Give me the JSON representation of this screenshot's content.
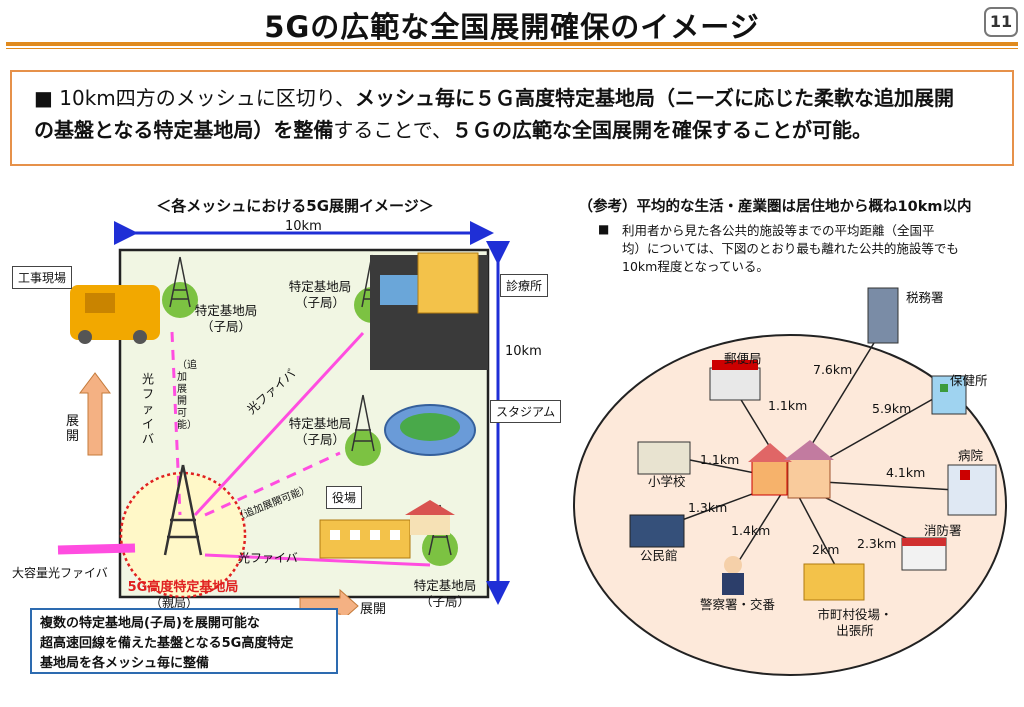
{
  "header": {
    "title": "5Gの広範な全国展開確保のイメージ",
    "page_number": "11"
  },
  "summary": {
    "bullet": "■",
    "part1": "10km四方のメッシュに区切り、",
    "part2": "メッシュ毎に５Ｇ高度特定基地局（ニーズに応じた柔軟な追加展開",
    "part3": "の基盤となる特定基地局）を整備",
    "part4": "することで、",
    "part5": "５Ｇの広範な全国展開を確保することが可能。"
  },
  "left_diagram": {
    "heading": "＜各メッシュにおける5G展開イメージ＞",
    "width_label": "10km",
    "height_label": "10km",
    "construction_site": "工事現場",
    "clinic": "診療所",
    "stadium": "スタジアム",
    "city_hall": "役場",
    "child_station_1": "特定基地局\n（子局）",
    "child_station_2": "特定基地局\n（子局）",
    "child_station_3": "特定基地局\n（子局）",
    "child_station_4": "特定基地局\n（子局）",
    "fiber_1": "光ファイバ",
    "fiber_2": "光ファイバ",
    "fiber_3": "光ファイバ",
    "additional_1": "（追加展開可能）",
    "additional_2": "（追加展開可能）",
    "expand_vertical": "展開",
    "expand_horizontal": "展開",
    "large_fiber": "大容量光ファイバ",
    "parent_station": "5G高度特定基地局",
    "parent_sub": "（親局）",
    "note_line1": "複数の特定基地局(子局)を展開可能な",
    "note_line2": "超高速回線を備えた基盤となる5G高度特定",
    "note_line3": "基地局を各メッシュ毎に整備"
  },
  "right_diagram": {
    "heading": "（参考）平均的な生活・産業圏は居住地から概ね10km以内",
    "bullet": "■",
    "note_line1": "利用者から見た各公共的施設等までの平均距離（全国平",
    "note_line2": "均）については、下図のとおり最も離れた公共的施設等でも",
    "note_line3": "10km程度となっている。",
    "facilities": [
      {
        "name": "税務署",
        "distance": "7.6km"
      },
      {
        "name": "郵便局",
        "distance": "1.1km"
      },
      {
        "name": "保健所",
        "distance": "5.9km"
      },
      {
        "name": "小学校",
        "distance": "1.1km"
      },
      {
        "name": "病院",
        "distance": "4.1km"
      },
      {
        "name": "公民館",
        "distance": "1.3km"
      },
      {
        "name": "消防署",
        "distance": "2.3km"
      },
      {
        "name": "警察署・交番",
        "distance": "1.4km"
      },
      {
        "name": "市町村役場・\n出張所",
        "distance": "2km"
      }
    ]
  },
  "colors": {
    "accent_orange": "#e08a1e",
    "summary_border": "#e6914a",
    "arrow_blue": "#1f2fd6",
    "fiber_magenta": "#ff4de0",
    "parent_red": "#e02020",
    "green_circle": "#7cc242"
  }
}
